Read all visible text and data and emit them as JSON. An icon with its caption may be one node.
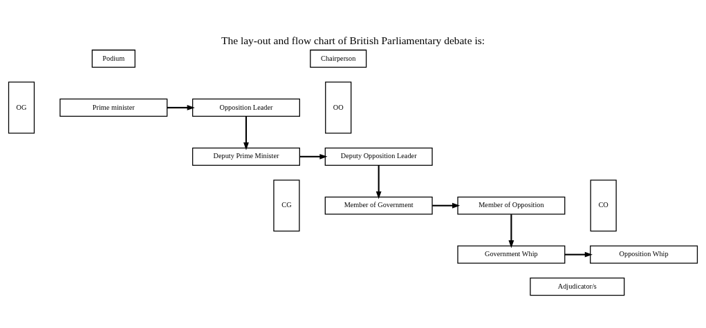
{
  "diagram": {
    "title": "The lay-out and flow chart of British Parliamentary debate is:",
    "nodes": [
      {
        "text": [
          "Podium"
        ]
      },
      {
        "text": [
          "Chairperson"
        ]
      },
      {
        "text": [
          "OG"
        ]
      },
      {
        "text": [
          "Prime minister"
        ]
      },
      {
        "text": [
          "Opposition Leader"
        ]
      },
      {
        "text": [
          "OO"
        ]
      },
      {
        "text": [
          "Deputy Prime Minister"
        ]
      },
      {
        "text": [
          "Deputy Opposition Leader"
        ]
      },
      {
        "text": [
          "CG"
        ]
      },
      {
        "text": [
          "Member of Government"
        ]
      },
      {
        "text": [
          "Member of Opposition"
        ]
      },
      {
        "text": [
          "CO"
        ]
      },
      {
        "text": [
          "Government Whip"
        ]
      },
      {
        "text": [
          "Opposition Whip"
        ]
      },
      {
        "text": [
          "Adjudicator/s"
        ]
      }
    ],
    "edges": [
      {
        "from": 3,
        "to": 4,
        "arrow": "to"
      },
      {
        "from": 4,
        "to": 6,
        "arrow": "to"
      },
      {
        "from": 6,
        "to": 7,
        "arrow": "to"
      },
      {
        "from": 7,
        "to": 9,
        "arrow": "to"
      },
      {
        "from": 9,
        "to": 10,
        "arrow": "to"
      },
      {
        "from": 10,
        "to": 12,
        "arrow": "to"
      },
      {
        "from": 12,
        "to": 13,
        "arrow": "to"
      }
    ]
  }
}
